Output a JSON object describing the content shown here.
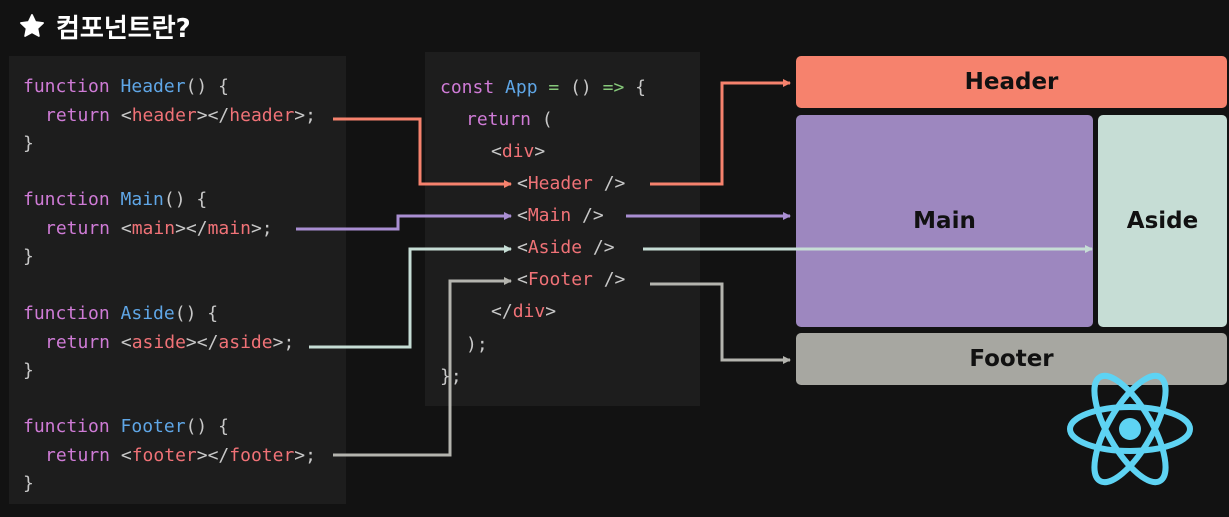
{
  "title": {
    "text": "컴포넌트란?",
    "icon": "star-icon"
  },
  "code": {
    "functions": [
      {
        "keyword": "function",
        "name": "Header",
        "sig": "() {",
        "ret": "return",
        "open": "<",
        "tag1": "header",
        "mid": "></",
        "tag2": "header",
        "close": ">;",
        "end": "}"
      },
      {
        "keyword": "function",
        "name": "Main",
        "sig": "() {",
        "ret": "return",
        "open": "<",
        "tag1": "main",
        "mid": "></",
        "tag2": "main",
        "close": ">;",
        "end": "}"
      },
      {
        "keyword": "function",
        "name": "Aside",
        "sig": "() {",
        "ret": "return",
        "open": "<",
        "tag1": "aside",
        "mid": "></",
        "tag2": "aside",
        "close": ">;",
        "end": "}"
      },
      {
        "keyword": "function",
        "name": "Footer",
        "sig": "() {",
        "ret": "return",
        "open": "<",
        "tag1": "footer",
        "mid": "></",
        "tag2": "footer",
        "close": ">;",
        "end": "}"
      }
    ],
    "app": {
      "const": "const",
      "name": "App",
      "eq": "=",
      "parens": "()",
      "arrow": "=>",
      "brace": "{",
      "ret": "return",
      "paren_open": "(",
      "div_open": "div",
      "div_close": "div",
      "children": [
        {
          "tag": "Header",
          "self": "/>"
        },
        {
          "tag": "Main",
          "self": "/>"
        },
        {
          "tag": "Aside",
          "self": "/>"
        },
        {
          "tag": "Footer",
          "self": "/>"
        }
      ],
      "paren_close": ");",
      "end": "};"
    }
  },
  "layout_boxes": {
    "header": {
      "label": "Header",
      "color": "#f6826d"
    },
    "main": {
      "label": "Main",
      "color": "#9d87bf"
    },
    "aside": {
      "label": "Aside",
      "color": "#c6ddd5"
    },
    "footer": {
      "label": "Footer",
      "color": "#a7a7a1"
    }
  },
  "logo": {
    "icon": "react-logo-icon",
    "color": "#5ed3f3"
  },
  "connector_colors": {
    "header": "#f6826d",
    "main": "#a98ed2",
    "aside": "#c6ddd5",
    "footer": "#b4b4ae"
  }
}
